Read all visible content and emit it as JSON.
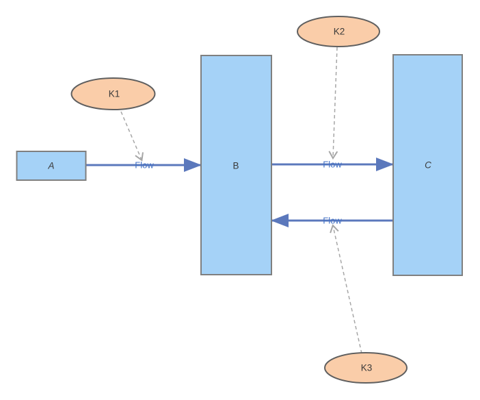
{
  "diagram": {
    "nodes": {
      "a": {
        "label": "A",
        "shape": "rectangle"
      },
      "b": {
        "label": "B",
        "shape": "rectangle"
      },
      "c": {
        "label": "C",
        "shape": "rectangle"
      },
      "k1": {
        "label": "K1",
        "shape": "ellipse"
      },
      "k2": {
        "label": "K2",
        "shape": "ellipse"
      },
      "k3": {
        "label": "K3",
        "shape": "ellipse"
      }
    },
    "edges": {
      "a_to_b": {
        "label": "Flow"
      },
      "b_to_c": {
        "label": "Flow"
      },
      "c_to_b": {
        "label": "Flow"
      }
    },
    "colors": {
      "background": "#FFFFFF",
      "process_fill": "#A5D2F7",
      "process_border": "#7F7F7F",
      "entity_fill": "#FACDA9",
      "entity_border": "#5F5F5F",
      "flow_line": "#5B78BC",
      "flow_label_text": "#4472C4",
      "dashed_connector": "#A6A6A6",
      "node_label_text": "#3A3A3A"
    }
  }
}
